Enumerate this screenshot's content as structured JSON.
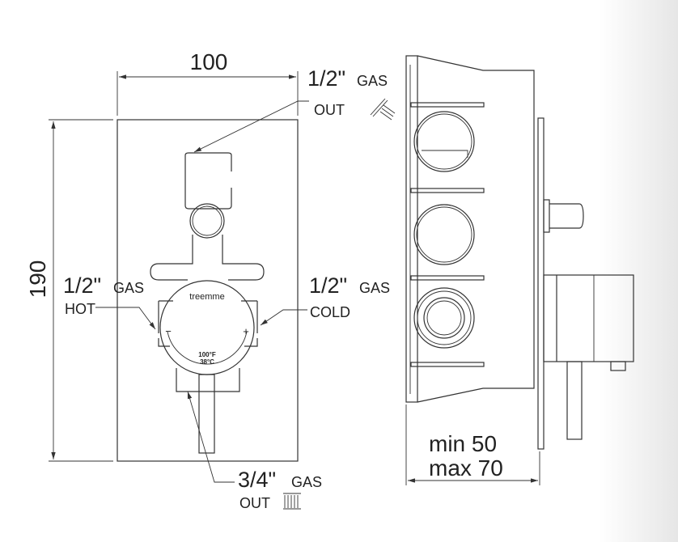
{
  "front_view": {
    "width_dim": "100",
    "height_dim": "190",
    "brand": "treemme",
    "temp_f": "100°F",
    "temp_c": "38°C",
    "minus": "−",
    "plus": "+",
    "labels": {
      "top_size": "1/2\"",
      "top_gas": "GAS",
      "top_dir": "OUT",
      "hot_size": "1/2\"",
      "hot_gas": "GAS",
      "hot_dir": "HOT",
      "cold_size": "1/2\"",
      "cold_gas": "GAS",
      "cold_dir": "COLD",
      "bottom_size": "3/4\"",
      "bottom_gas": "GAS",
      "bottom_dir": "OUT"
    },
    "icons": {
      "top": "shower-head-icon",
      "bottom": "bath-spout-icon"
    }
  },
  "side_view": {
    "depth_min": "min 50",
    "depth_max": "max 70"
  }
}
